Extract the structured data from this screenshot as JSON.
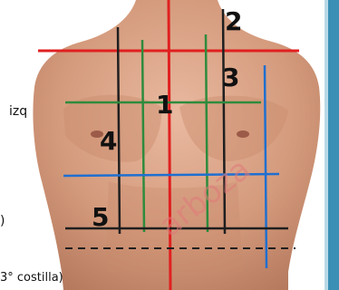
{
  "labels": {
    "region_1": "1",
    "region_2": "2",
    "region_3": "3",
    "region_4": "4",
    "region_5": "5",
    "side_left": "izq",
    "bottom_text": "3° costilla)",
    "left_paren": ")",
    "watermark": "arboza"
  },
  "colors": {
    "midline": "#e02020",
    "clavicular_line": "#e02020",
    "parasternal": "#1f1f1f",
    "midclavicular": "#2e8b3d",
    "axillary": "#1f6fd0",
    "skin": "#d8a084",
    "frame": "#3a8fb5"
  }
}
